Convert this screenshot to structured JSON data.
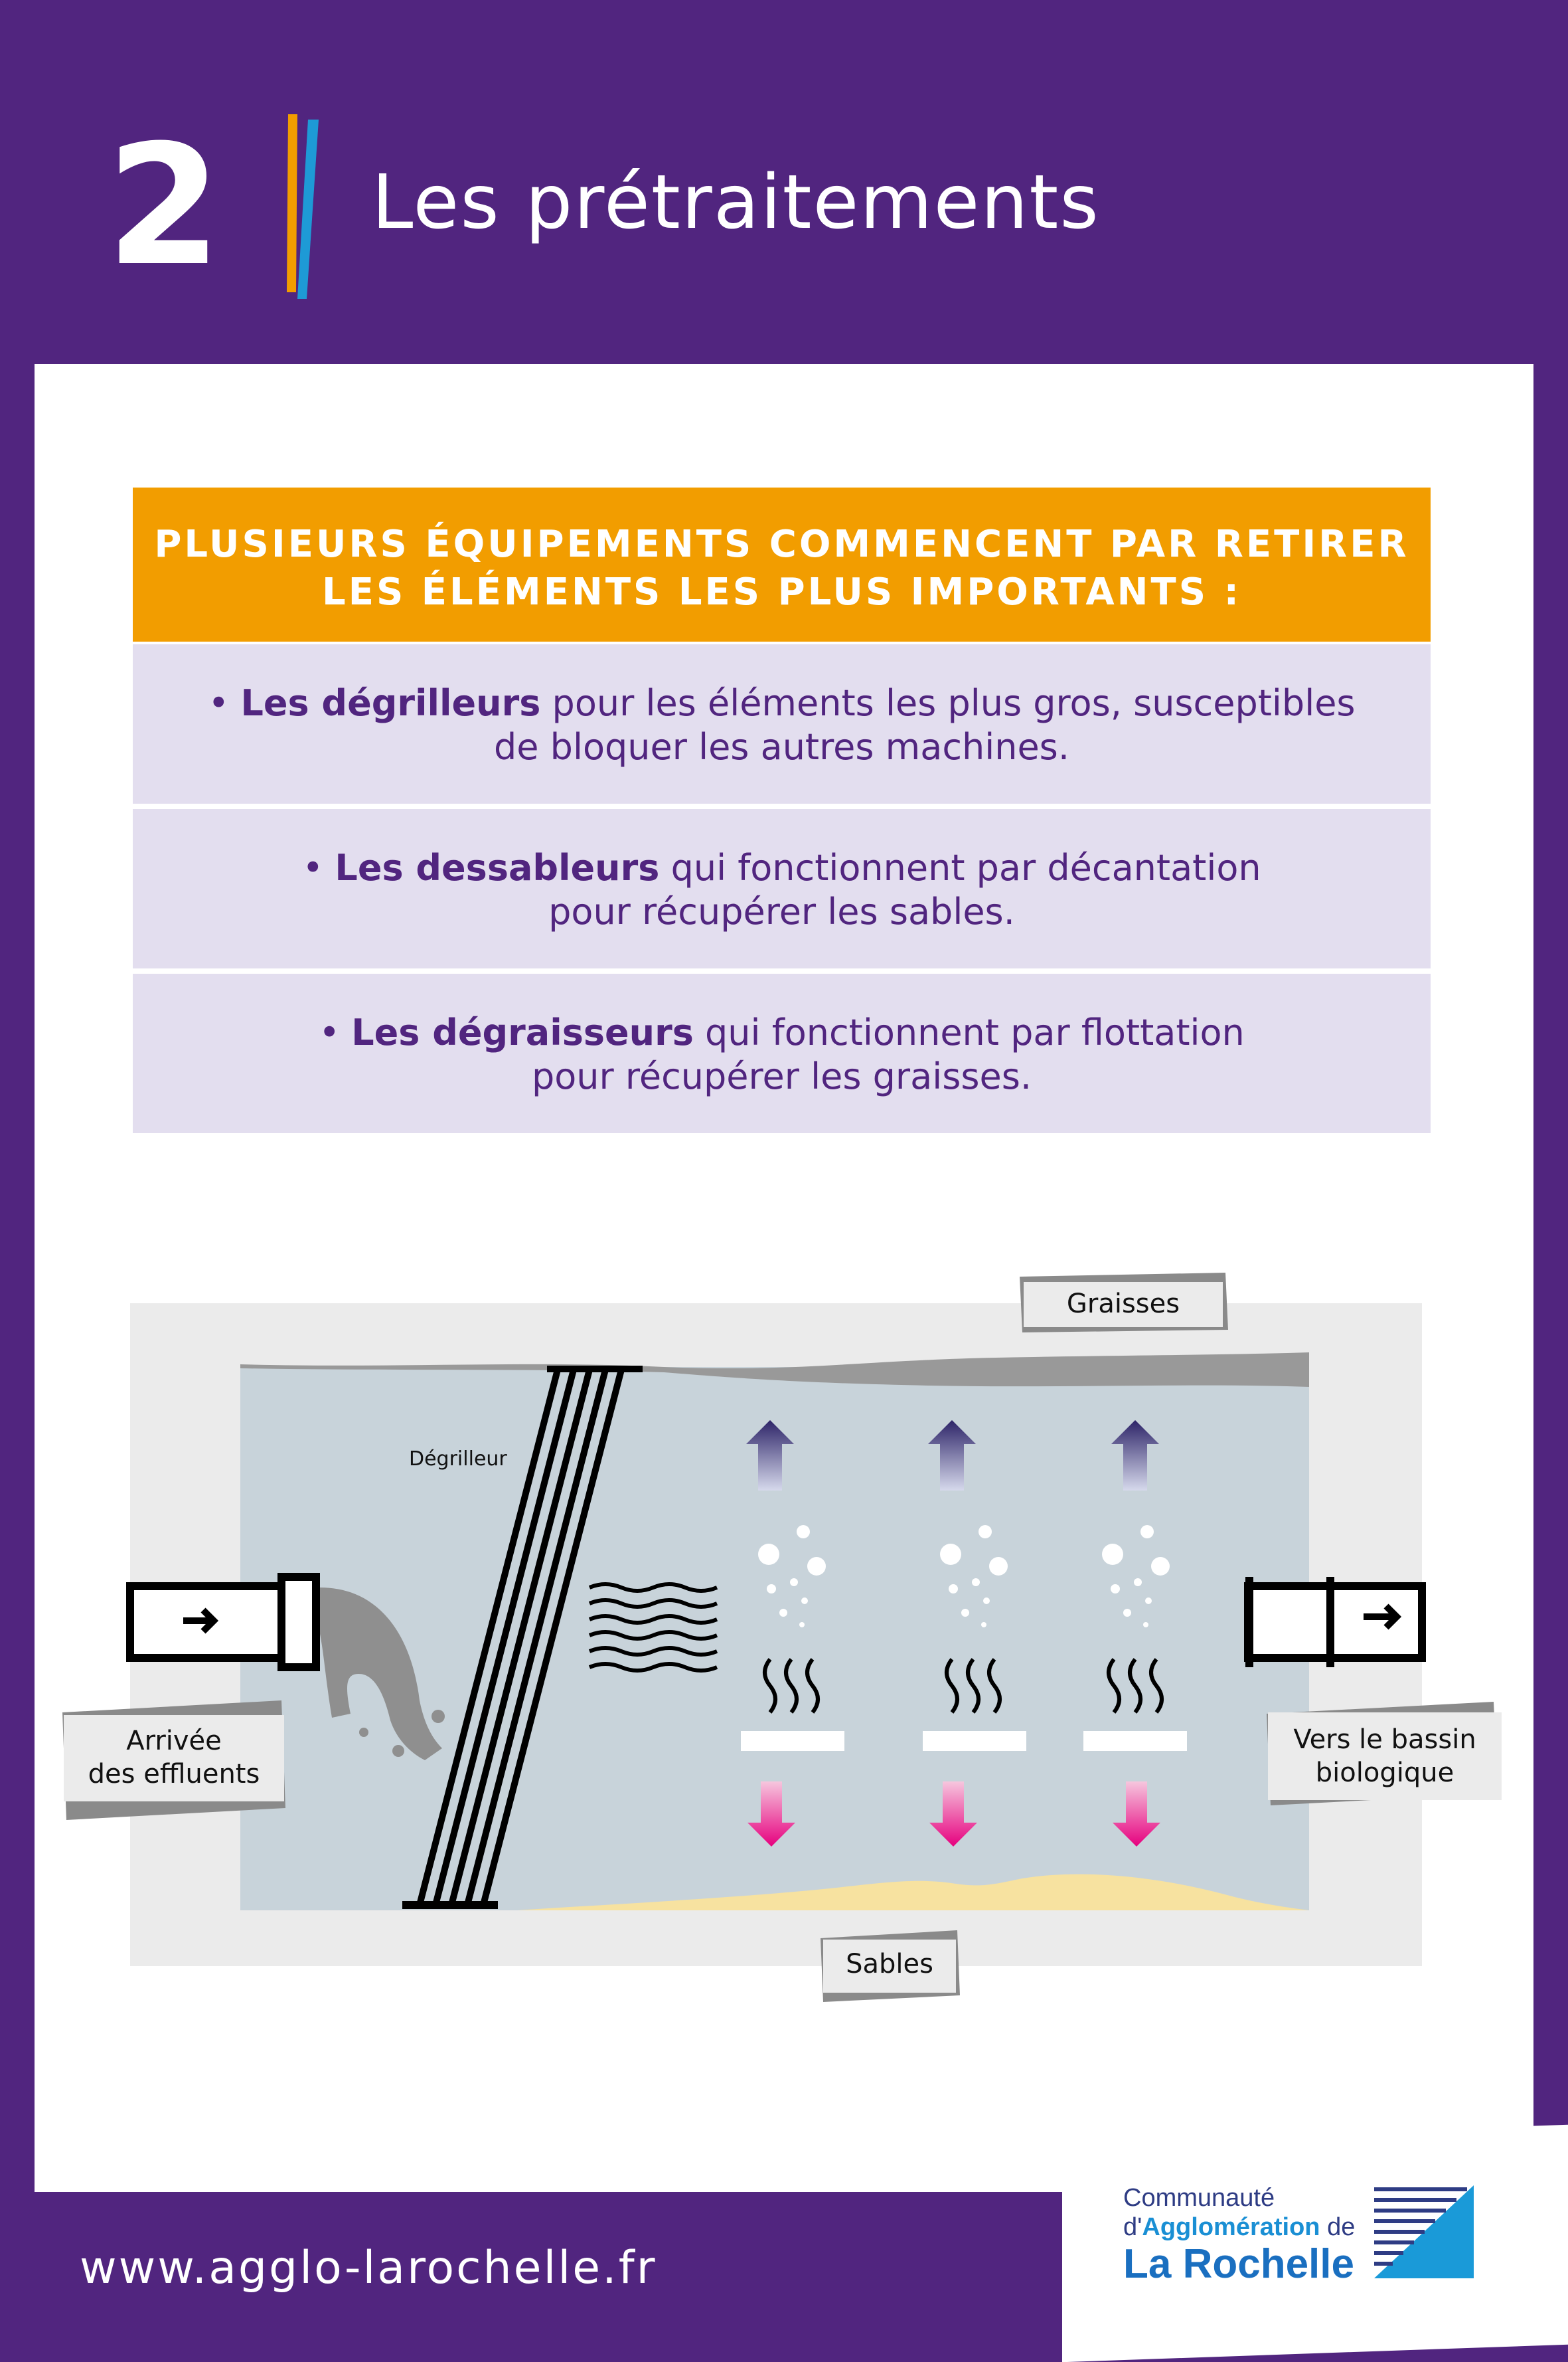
{
  "header": {
    "step_number": "2",
    "title": "Les prétraitements"
  },
  "info": {
    "heading_line1": "PLUSIEURS ÉQUIPEMENTS COMMENCENT PAR RETIRER",
    "heading_line2": "LES ÉLÉMENTS LES PLUS IMPORTANTS :",
    "items": [
      {
        "term": "Les dégrilleurs",
        "text_line1": " pour les éléments les plus gros, susceptibles",
        "text_line2": "de bloquer les autres machines."
      },
      {
        "term": "Les dessableurs",
        "text_line1": " qui fonctionnent par décantation",
        "text_line2": "pour récupérer les sables."
      },
      {
        "term": "Les dégraisseurs",
        "text_line1": " qui fonctionnent par flottation",
        "text_line2": "pour récupérer les graisses."
      }
    ]
  },
  "diagram": {
    "label_grease": "Graisses",
    "label_screen": "Dégrilleur",
    "label_inlet_line1": "Arrivée",
    "label_inlet_line2": "des effluents",
    "label_outlet_line1": "Vers le bassin",
    "label_outlet_line2": "biologique",
    "label_sand": "Sables"
  },
  "footer": {
    "url": "www.agglo-larochelle.fr",
    "logo_line1": "Communauté",
    "logo_line2_prefix": "d'",
    "logo_line2_bold": "Agglomération",
    "logo_line2_suffix": " de",
    "logo_line3": "La Rochelle"
  },
  "colors": {
    "brand_purple": "#51257f",
    "accent_orange": "#f29d00",
    "row_lilac": "#e3deef",
    "water": "#c8d3da",
    "grease": "#999999",
    "sand": "#f7e2a0",
    "arrow_up": "#2d2468",
    "arrow_down": "#e6007e"
  }
}
